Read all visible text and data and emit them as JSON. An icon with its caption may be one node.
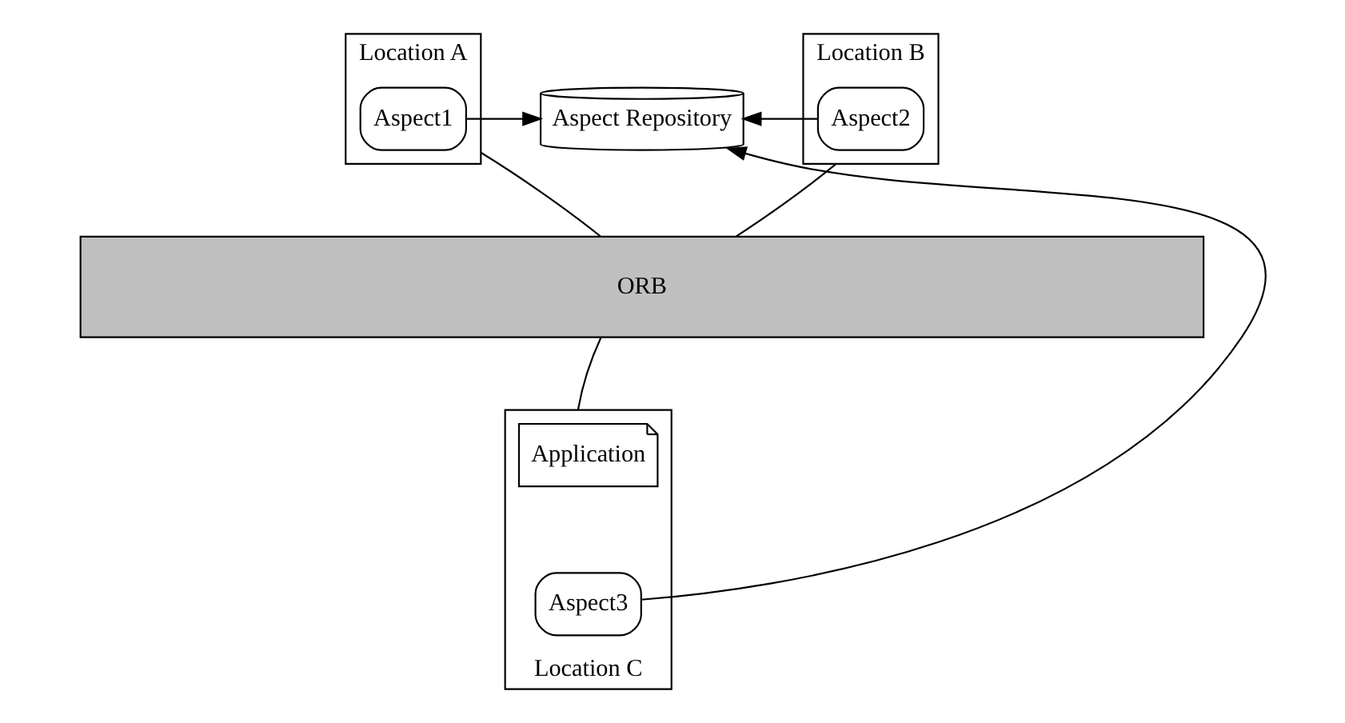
{
  "diagram": {
    "nodes": [
      {
        "text": [
          "Location A"
        ]
      },
      {
        "text": [
          "Aspect1"
        ],
        "in": 0
      },
      {
        "text": [
          "Aspect Repository"
        ]
      },
      {
        "text": [
          "Location B"
        ]
      },
      {
        "text": [
          "Aspect2"
        ],
        "in": 3
      },
      {
        "text": [
          "ORB"
        ]
      },
      {
        "text": [
          "Location C"
        ]
      },
      {
        "text": [
          "Application"
        ],
        "in": 6
      },
      {
        "text": [
          "Aspect3"
        ],
        "in": 6
      }
    ],
    "edges": [
      {
        "from": 1,
        "to": 2,
        "arrow": "to"
      },
      {
        "from": 4,
        "to": 2,
        "arrow": "to"
      },
      {
        "from": 8,
        "to": 2,
        "arrow": "to"
      },
      {
        "from": 0,
        "to": 5,
        "arrow": "none"
      },
      {
        "from": 3,
        "to": 5,
        "arrow": "none"
      },
      {
        "from": 6,
        "to": 5,
        "arrow": "none"
      }
    ]
  }
}
